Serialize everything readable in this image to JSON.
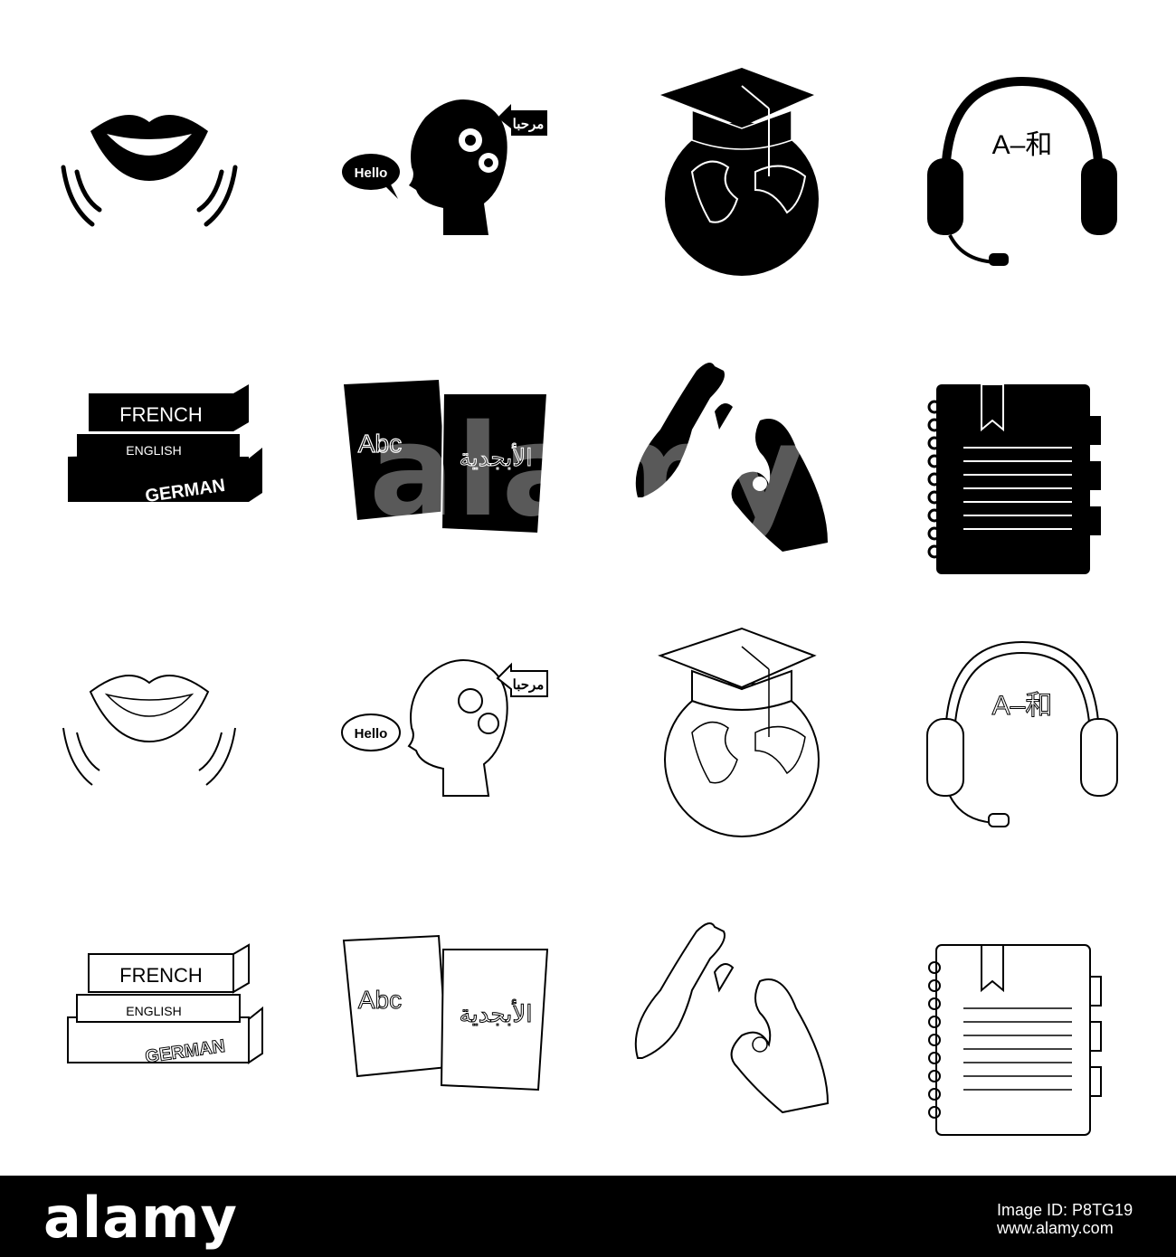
{
  "icons": {
    "hello_bubble": "Hello",
    "arabic_hello": "مرحبا",
    "translation_label": "A–和",
    "book_french": "FRENCH",
    "book_english": "ENGLISH",
    "book_german": "GERMAN",
    "card_abc": "Abc",
    "card_arabic": "الأبجدية"
  },
  "watermark": "alamy",
  "footer": {
    "logo": "alamy",
    "image_id_label": "Image ID:",
    "image_id": "P8TG19",
    "site": "www.alamy.com"
  },
  "colors": {
    "fill": "#000000",
    "background": "#ffffff",
    "footer": "#000000"
  }
}
